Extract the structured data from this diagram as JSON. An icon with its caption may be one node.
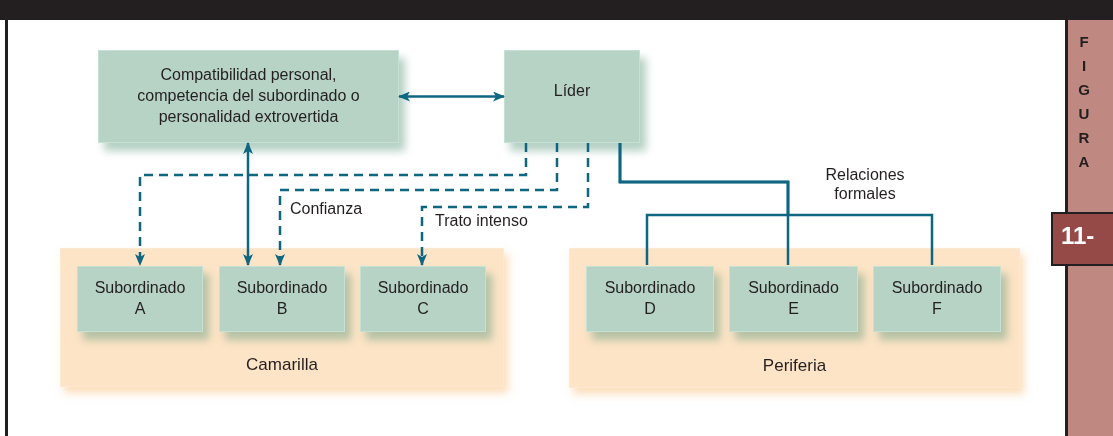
{
  "diagram": {
    "nodes": [
      {
        "text": [
          "Compatibilidad personal, competencia del subordinado o personalidad extrovertida"
        ]
      },
      {
        "text": [
          "Líder"
        ]
      },
      {
        "text": [
          "Camarilla"
        ]
      },
      {
        "text": [
          "Subordinado A"
        ],
        "in": 2
      },
      {
        "text": [
          "Subordinado B"
        ],
        "in": 2
      },
      {
        "text": [
          "Subordinado C"
        ],
        "in": 2
      },
      {
        "text": [
          "Periferia"
        ]
      },
      {
        "text": [
          "Subordinado D"
        ],
        "in": 6
      },
      {
        "text": [
          "Subordinado E"
        ],
        "in": 6
      },
      {
        "text": [
          "Subordinado F"
        ],
        "in": 6
      }
    ],
    "edges": [
      {
        "from": 0,
        "to": 1,
        "arrow": "both"
      },
      {
        "from": 1,
        "to": 3,
        "arrow": "to",
        "style": "dashed"
      },
      {
        "from": 1,
        "to": 4,
        "arrow": "to",
        "style": "dashed",
        "label": "Confianza"
      },
      {
        "from": 1,
        "to": 5,
        "arrow": "to",
        "style": "dashed",
        "label": "Trato intenso"
      },
      {
        "from": 0,
        "to": 4,
        "arrow": "both"
      },
      {
        "from": 1,
        "to": 7,
        "arrow": "none"
      },
      {
        "from": 1,
        "to": 8,
        "arrow": "none",
        "label": "Relaciones formales"
      },
      {
        "from": 1,
        "to": 9,
        "arrow": "none"
      }
    ],
    "labels": [
      "FIGURA",
      "11-"
    ]
  }
}
